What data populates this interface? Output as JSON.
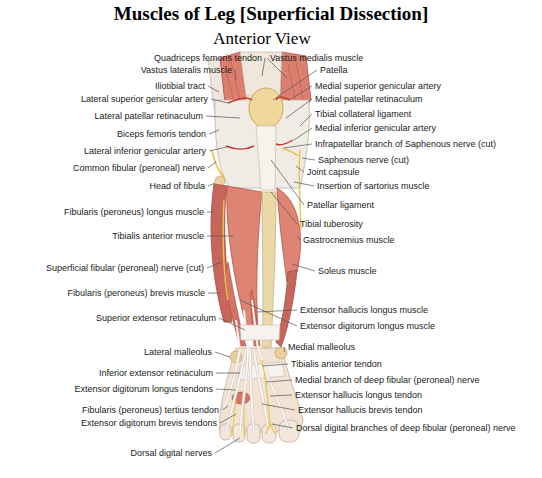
{
  "diagram": {
    "title": "Muscles of Leg [Superficial Dissection]",
    "labels": [
      "Anterior View",
      "Quadriceps femoris tendon",
      "Vastus medialis muscle",
      "Vastus lateralis muscle",
      "Patella",
      "Iliotibial tract",
      "Medial superior genicular artery",
      "Lateral superior genicular artery",
      "Medial patellar retinaculum",
      "Tibial collateral ligament",
      "Lateral patellar retinaculum",
      "Medial inferior genicular artery",
      "Biceps femoris tendon",
      "Infrapatellar branch of Saphenous nerve (cut)",
      "Lateral inferior genicular artery",
      "Saphenous nerve (cut)",
      "Common fibular (peroneal) nerve",
      "Joint capsule",
      "Head of fibula",
      "Insertion of sartorius muscle",
      "Fibularis (peroneus) longus muscle",
      "Patellar ligament",
      "Tibial tuberosity",
      "Tibialis anterior muscle",
      "Gastrocnemius muscle",
      "Superficial fibular (peroneal) nerve (cut)",
      "Soleus muscle",
      "Fibularis (peroneus) brevis muscle",
      "Extensor hallucis longus muscle",
      "Superior extensor retinaculum",
      "Extensor digitorum longus muscle",
      "Lateral malleolus",
      "Medial malleolus",
      "Tibialis anterior tendon",
      "Inferior extensor retinaculum",
      "Medial branch of deep fibular (peroneal) nerve",
      "Extensor digitorum longus tendons",
      "Extensor hallucis longus tendon",
      "Extensor hallucis brevis tendon",
      "Fibularis (peroneus) tertius tendon",
      "Extensor digitorum brevis tendons",
      "Dorsal digital branches of deep fibular (peroneal) nerve",
      "Dorsal digital nerves"
    ]
  }
}
